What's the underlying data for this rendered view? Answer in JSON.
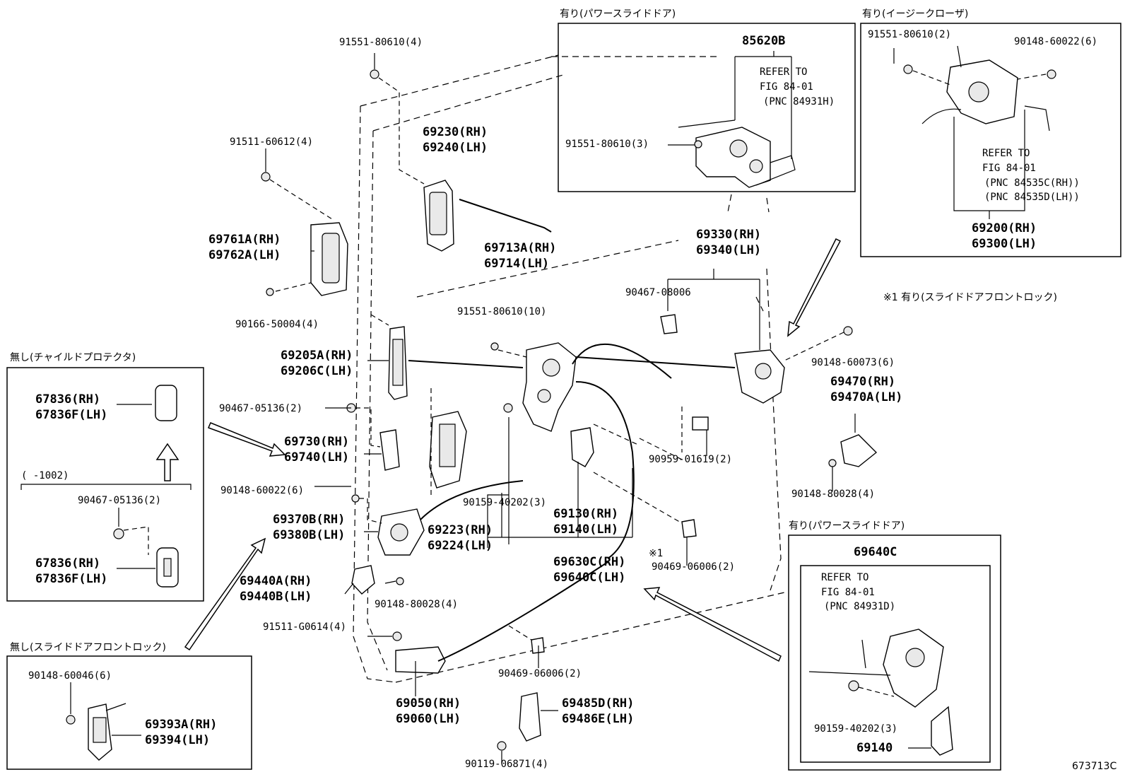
{
  "drawing_id": "673713C",
  "notes": {
    "ref1_caption": "※1 有り(スライドドアフロントロック)",
    "ref1_mark": "※1"
  },
  "insets": {
    "power_slide_top": {
      "caption": "有り(パワースライドドア)",
      "title": "85620B",
      "refer": [
        "REFER TO",
        "FIG 84-01",
        "(PNC 84931H)"
      ],
      "bolt": "91551-80610(3)"
    },
    "easy_closer": {
      "caption": "有り(イージークローザ)",
      "bolt_left": "91551-80610(2)",
      "bolt_right": "90148-60022(6)",
      "refer": [
        "REFER TO",
        "FIG 84-01",
        "(PNC 84535C(RH))",
        "(PNC 84535D(LH))"
      ],
      "part_rh": "69200(RH)",
      "part_lh": "69300(LH)"
    },
    "child_protector": {
      "caption": "無し(チャイルドプロテクタ)",
      "part1_rh": "67836(RH)",
      "part1_lh": "67836F(LH)",
      "range": "(   -1002)",
      "bolt": "90467-05136(2)",
      "part2_rh": "67836(RH)",
      "part2_lh": "67836F(LH)"
    },
    "front_lock": {
      "caption": "無し(スライドドアフロントロック)",
      "bolt": "90148-60046(6)",
      "part_rh": "69393A(RH)",
      "part_lh": "69394(LH)"
    },
    "power_slide_bottom": {
      "caption": "有り(パワースライドドア)",
      "title": "69640C",
      "refer": [
        "REFER TO",
        "FIG 84-01",
        "(PNC 84931D)"
      ],
      "bolt": "90159-40202(3)",
      "part": "69140"
    }
  },
  "labels": {
    "l_91551_top": "91551-80610(4)",
    "l_91511_60612": "91511-60612(4)",
    "l_69230": "69230(RH)",
    "l_69240": "69240(LH)",
    "l_69761A": "69761A(RH)",
    "l_69762A": "69762A(LH)",
    "l_69713A": "69713A(RH)",
    "l_69714": "69714(LH)",
    "l_90166": "90166-50004(4)",
    "l_91551_10": "91551-80610(10)",
    "l_90467_08006": "90467-08006",
    "l_69330": "69330(RH)",
    "l_69340": "69340(LH)",
    "l_69205A": "69205A(RH)",
    "l_69206C": "69206C(LH)",
    "l_90467_05136": "90467-05136(2)",
    "l_69730": "69730(RH)",
    "l_69740": "69740(LH)",
    "l_90148_60022": "90148-60022(6)",
    "l_69370B": "69370B(RH)",
    "l_69380B": "69380B(LH)",
    "l_90159": "90159-40202(3)",
    "l_69223": "69223(RH)",
    "l_69224": "69224(LH)",
    "l_69130": "69130(RH)",
    "l_69140": "69140(LH)",
    "l_90148_60073": "90148-60073(6)",
    "l_69470": "69470(RH)",
    "l_69470A": "69470A(LH)",
    "l_90959": "90959-01619(2)",
    "l_90148_80028_r": "90148-80028(4)",
    "l_69440A": "69440A(RH)",
    "l_69440B": "69440B(LH)",
    "l_90148_80028": "90148-80028(4)",
    "l_69630C": "69630C(RH)",
    "l_69640C": "69640C(LH)",
    "l_90469_a": "90469-06006(2)",
    "l_91511_g0614": "91511-G0614(4)",
    "l_90469_b": "90469-06006(2)",
    "l_69050": "69050(RH)",
    "l_69060": "69060(LH)",
    "l_69485D": "69485D(RH)",
    "l_69486E": "69486E(LH)",
    "l_90119": "90119-06871(4)"
  }
}
